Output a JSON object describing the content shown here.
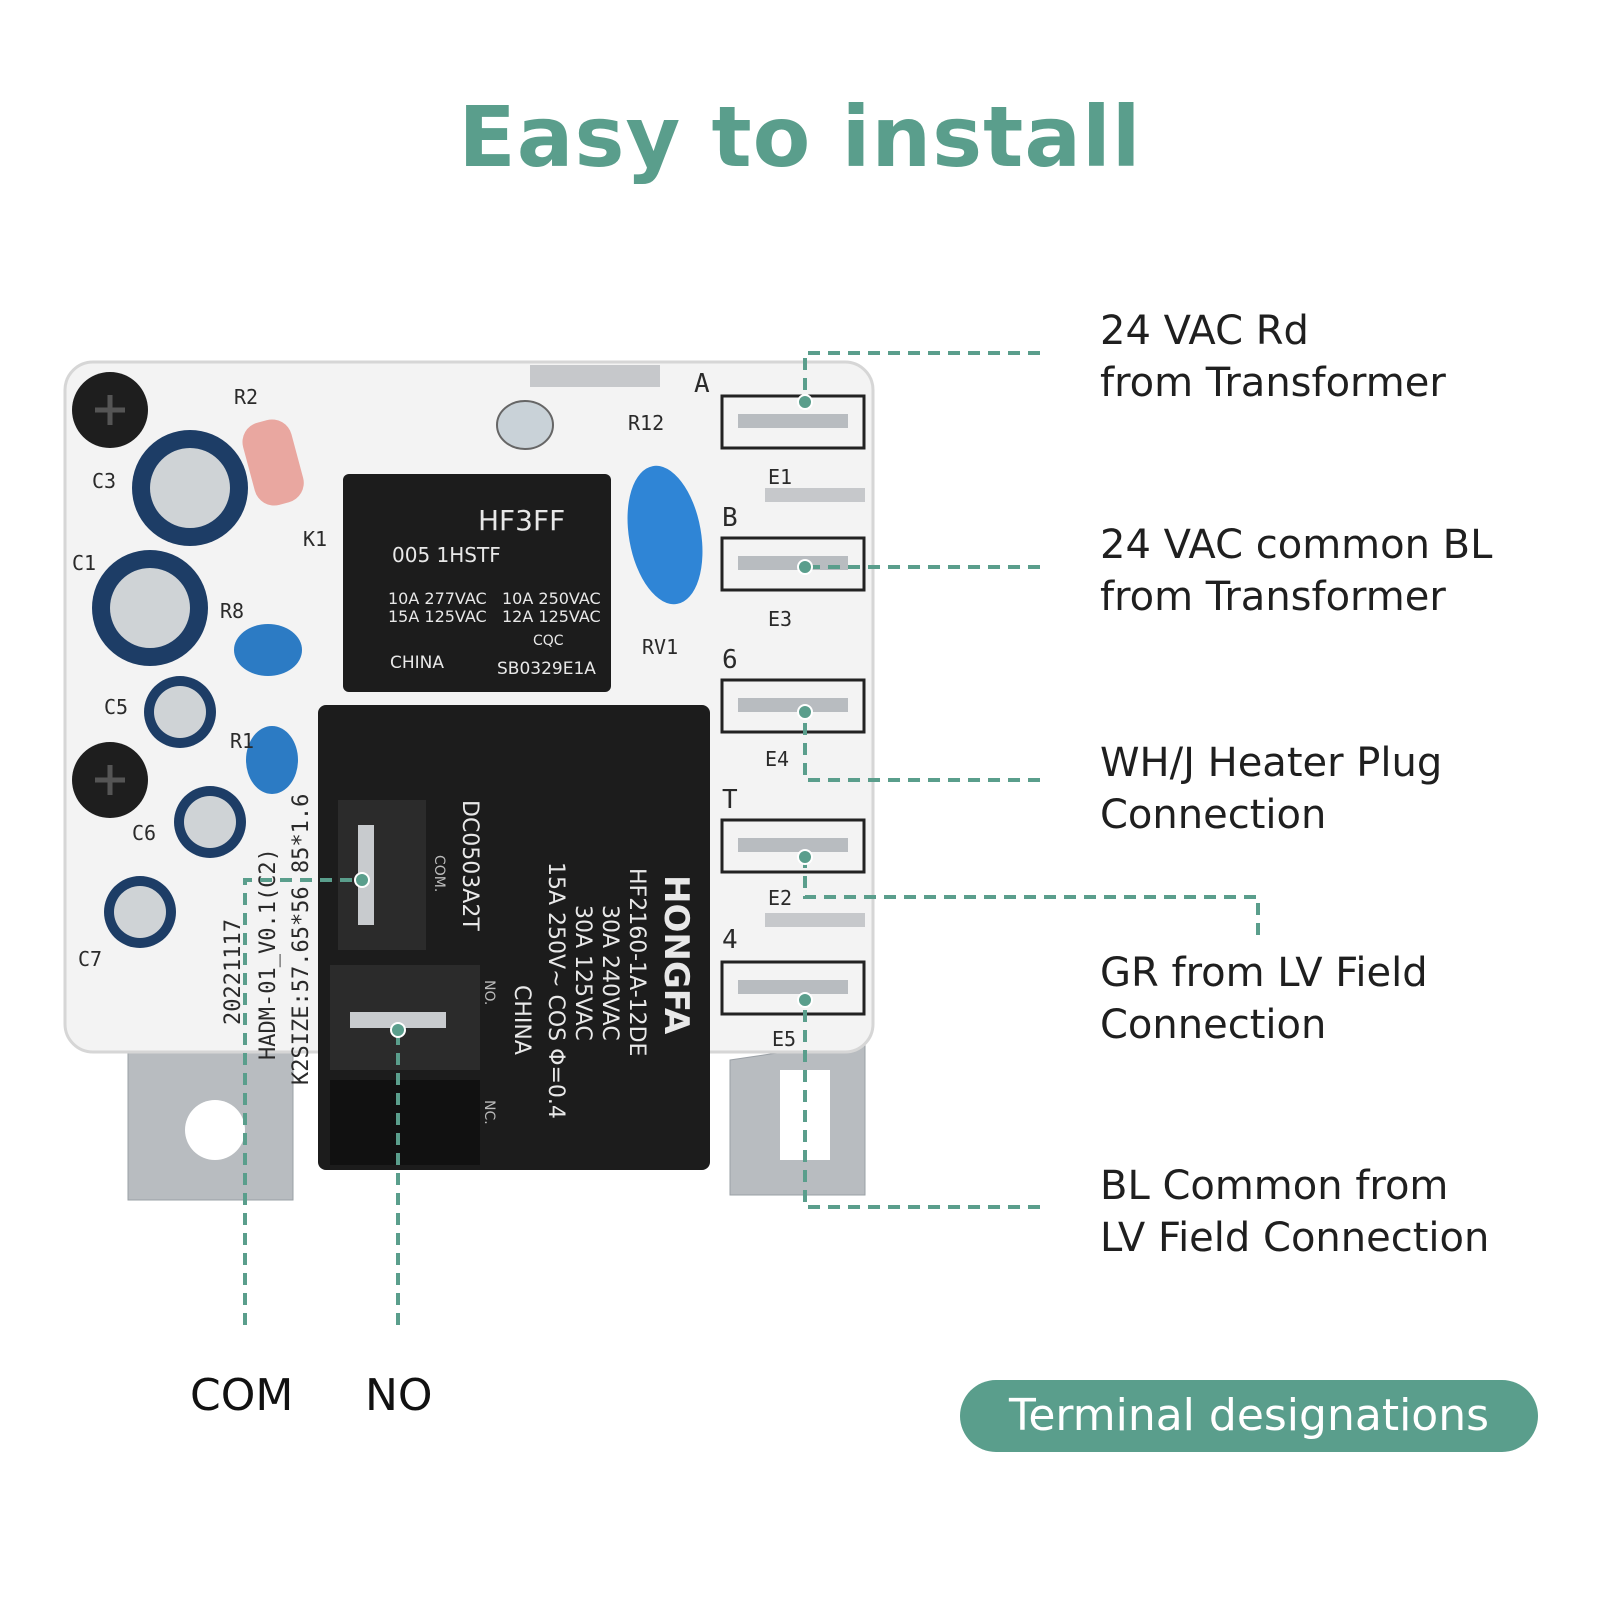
{
  "title": "Easy to install",
  "colors": {
    "accent": "#5a9e8c",
    "board": "#f3f3f3",
    "relay": "#1c1c1c",
    "metal": "#b8bcc0"
  },
  "callouts": [
    {
      "line1": "24 VAC Rd",
      "line2": "from Transformer"
    },
    {
      "line1": "24 VAC common BL",
      "line2": "from Transformer"
    },
    {
      "line1": "WH/J Heater Plug",
      "line2": "Connection"
    },
    {
      "line1": "GR from LV Field",
      "line2": "Connection"
    },
    {
      "line1": "BL Common from",
      "line2": "LV Field Connection"
    }
  ],
  "bottom_labels": {
    "com": "COM",
    "no": "NO"
  },
  "badge": "Terminal designations",
  "pcb": {
    "component_labels": [
      "R2",
      "C3",
      "C1",
      "R8",
      "C5",
      "R1",
      "C6",
      "C7",
      "K1",
      "R12",
      "RV1",
      "A",
      "B",
      "6",
      "T",
      "4",
      "E1",
      "E3",
      "E4",
      "E2",
      "E5"
    ],
    "small_relay": {
      "model": "HF3FF",
      "code": "005 1HSTF",
      "rating_left": [
        "10A 277VAC",
        "15A 125VAC"
      ],
      "rating_right": [
        "10A 250VAC",
        "12A 125VAC"
      ],
      "origin": "CHINA",
      "serial": "SB0329E1A",
      "cert": "CQC"
    },
    "big_relay": {
      "brand": "HONGFA",
      "model": "HF2160-1A-12DE",
      "ratings": [
        "30A 240VAC",
        "30A 125VAC",
        "15A 250V~ COS Φ=0.4"
      ],
      "origin": "CHINA",
      "lot": "DC0503A2T",
      "terminals": [
        "COM.",
        "NO.",
        "NC."
      ]
    },
    "silkscreen": [
      "20221117",
      "HADM-01_V0.1(C2)",
      "K2SIZE:57.65*56.85*1.6"
    ]
  }
}
